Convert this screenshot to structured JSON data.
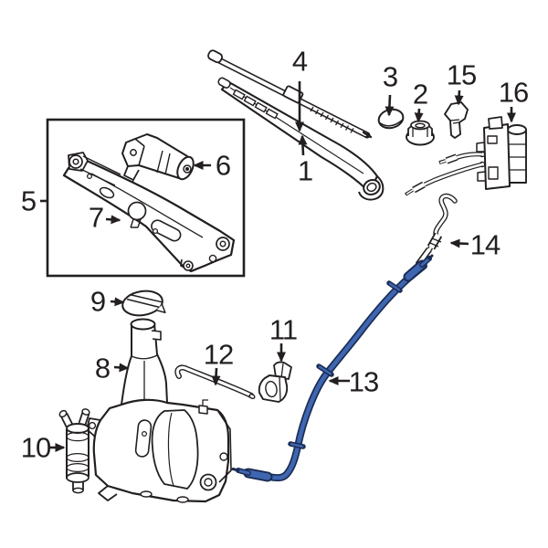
{
  "diagram": {
    "type": "exploded-parts-diagram",
    "background_color": "#ffffff",
    "line_color": "#231f20",
    "highlight_color": "#3f66b0",
    "highlight_outline_color": "#1b2d55",
    "highlighted_callout": "13",
    "callouts": {
      "c1": {
        "label": "1"
      },
      "c2": {
        "label": "2"
      },
      "c3": {
        "label": "3"
      },
      "c4": {
        "label": "4"
      },
      "c5": {
        "label": "5"
      },
      "c6": {
        "label": "6"
      },
      "c7": {
        "label": "7"
      },
      "c8": {
        "label": "8"
      },
      "c9": {
        "label": "9"
      },
      "c10": {
        "label": "10"
      },
      "c11": {
        "label": "11"
      },
      "c12": {
        "label": "12"
      },
      "c13": {
        "label": "13"
      },
      "c14": {
        "label": "14"
      },
      "c15": {
        "label": "15"
      },
      "c16": {
        "label": "16"
      }
    }
  }
}
